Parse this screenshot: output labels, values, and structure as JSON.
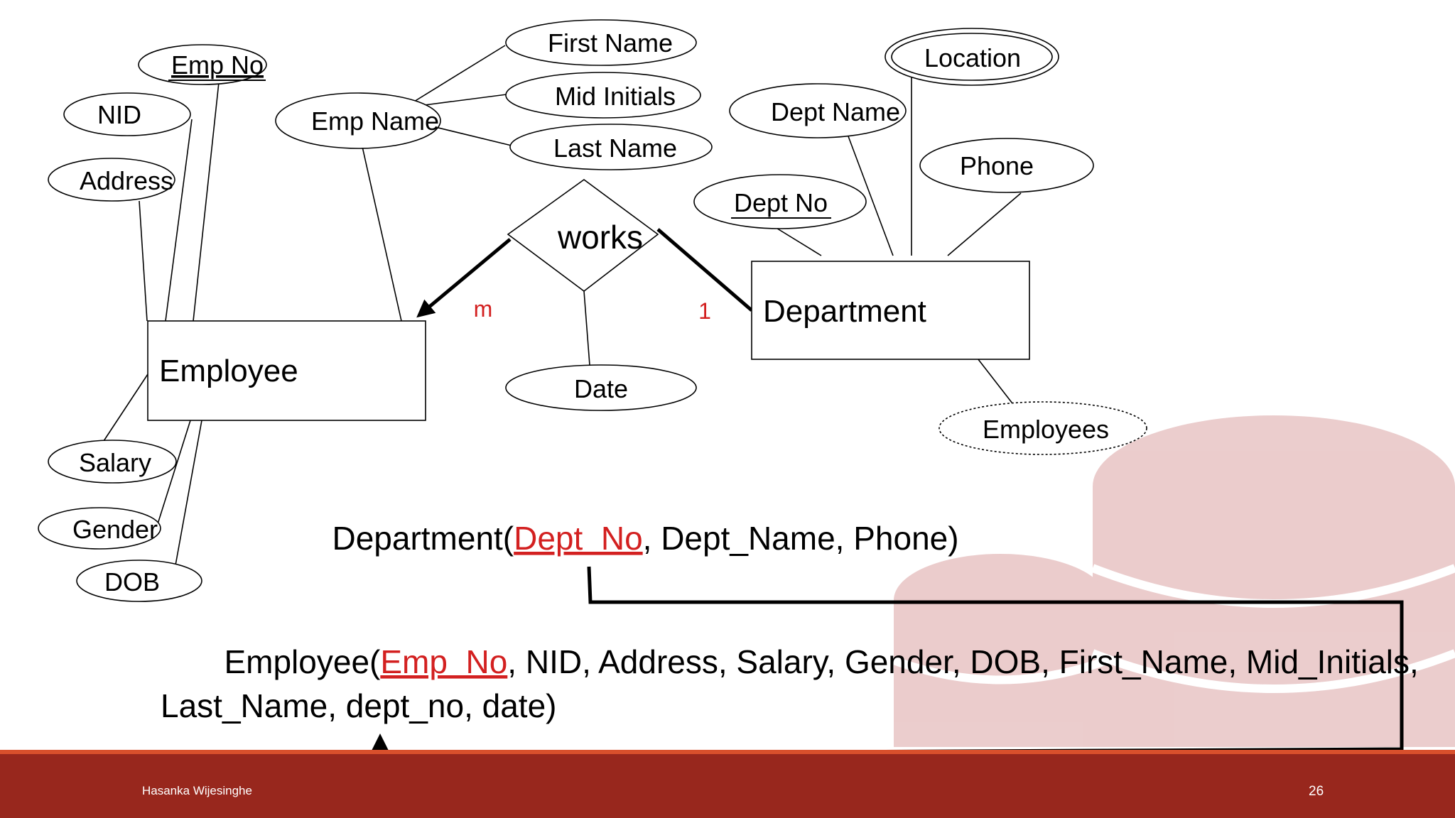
{
  "er": {
    "entities": {
      "employee": "Employee",
      "department": "Department"
    },
    "relationship": "works",
    "cardinality": {
      "employee_side": "m",
      "department_side": "1"
    },
    "attributes": {
      "emp_no": "Emp No",
      "nid": "NID",
      "address": "Address",
      "emp_name": "Emp Name",
      "first_name": "First Name",
      "mid_initials": "Mid Initials",
      "last_name": "Last Name",
      "salary": "Salary",
      "gender": "Gender",
      "dob": "DOB",
      "date": "Date",
      "location": "Location",
      "dept_name": "Dept Name",
      "phone": "Phone",
      "dept_no": "Dept No",
      "employees": "Employees"
    }
  },
  "schema": {
    "department": {
      "prefix": "Department(",
      "pk": "Dept  No",
      "rest": ", Dept_Name, Phone)"
    },
    "employee": {
      "prefix": "Employee(",
      "pk": "Emp  No",
      "rest": ", NID, Address, Salary, Gender, DOB, First_Name, Mid_Initials,",
      "line2": "Last_Name, dept_no, date)"
    }
  },
  "footer": {
    "author": "Hasanka Wijesinghe",
    "page": "26"
  },
  "colors": {
    "footer_bar": "#98271d",
    "footer_accent": "#d9502c",
    "primary_key": "#d32020",
    "background_graphic": "#e8c4c4"
  }
}
